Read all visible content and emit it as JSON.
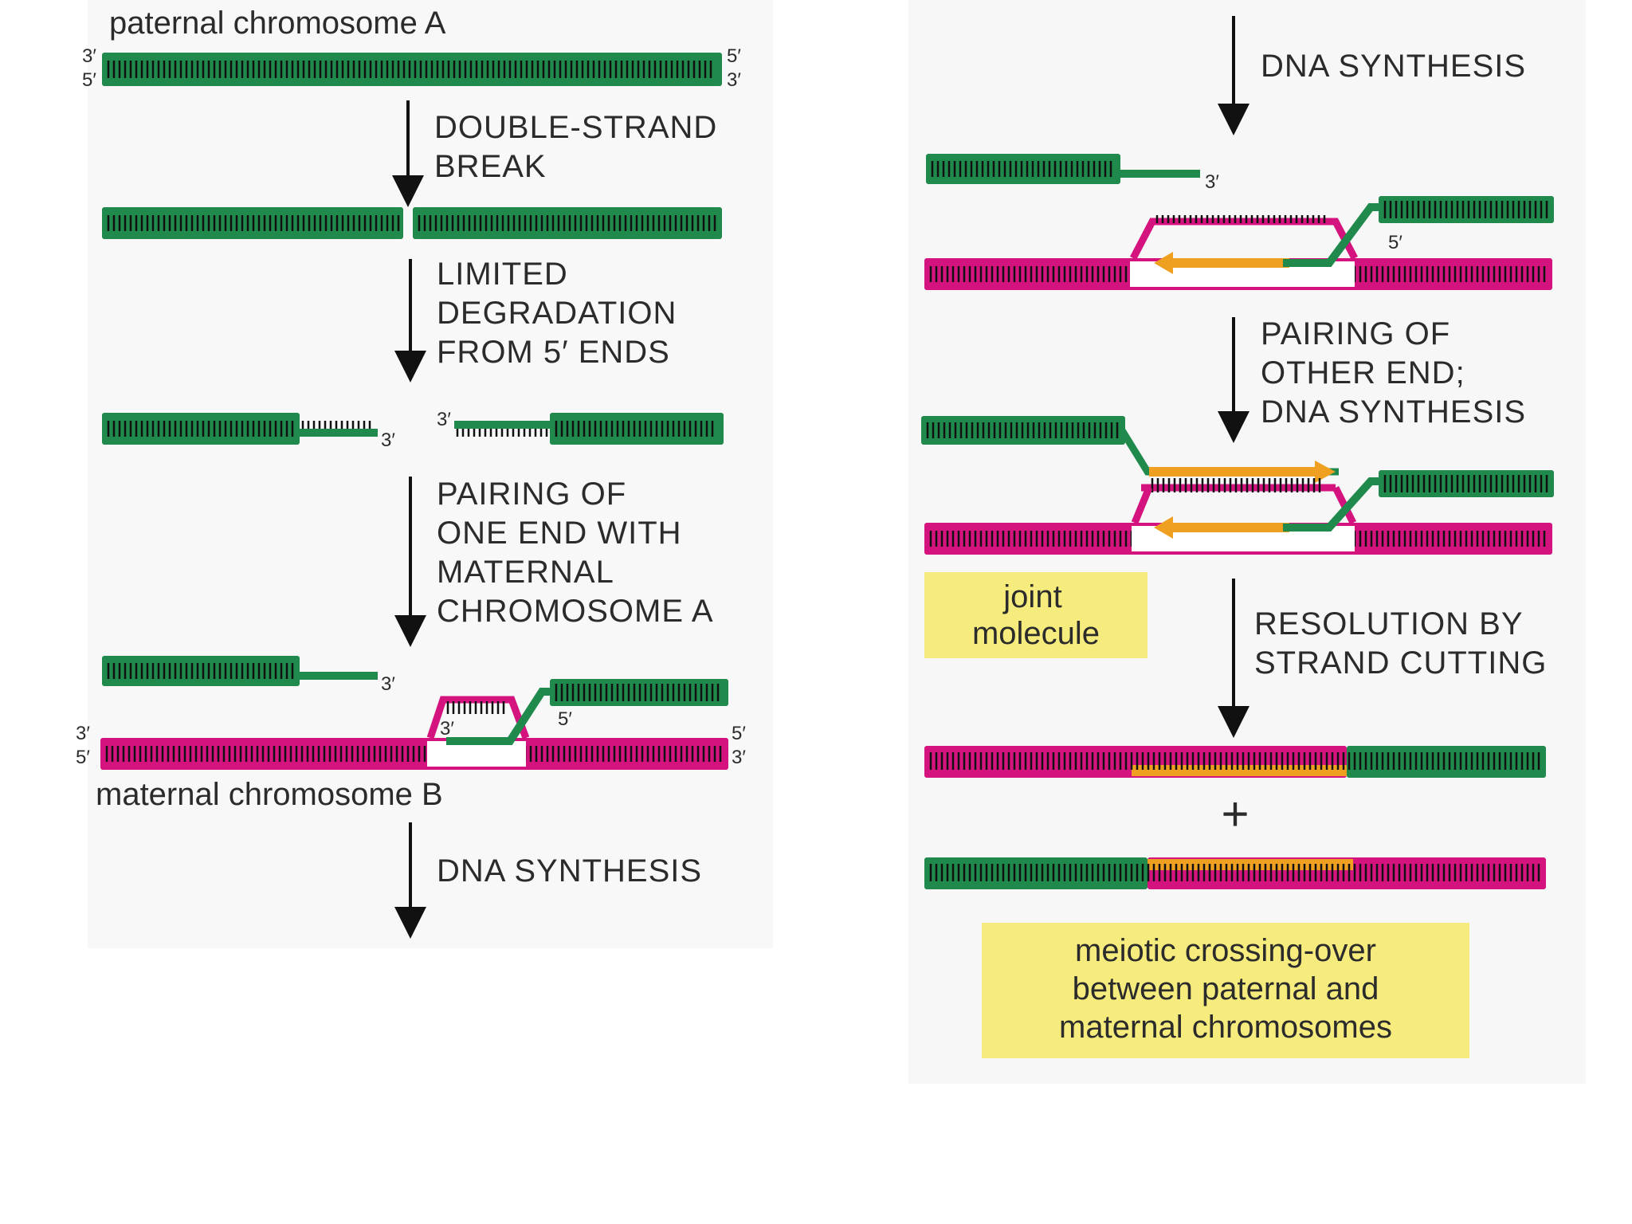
{
  "colors": {
    "paternal": "#1f8a4c",
    "maternal": "#d4137f",
    "synthesis": "#f0a020",
    "highlight": "#f6ec7e",
    "arrow": "#111111"
  },
  "labels": {
    "paternal_title": "paternal chromosome A",
    "maternal_title": "maternal chromosome B",
    "joint": [
      "joint",
      "molecule"
    ],
    "crossover": [
      "meiotic crossing-over",
      "between paternal and",
      "maternal chromosomes"
    ],
    "plus": "+"
  },
  "ends": {
    "three_prime": "3′",
    "five_prime": "5′"
  },
  "steps": {
    "break": [
      "DOUBLE-STRAND",
      "BREAK"
    ],
    "degrade": [
      "LIMITED",
      "DEGRADATION",
      "FROM 5′ ENDS"
    ],
    "pair_one": [
      "PAIRING OF",
      "ONE END WITH",
      "MATERNAL",
      "CHROMOSOME A"
    ],
    "synth_left": [
      "DNA SYNTHESIS"
    ],
    "synth_right": [
      "DNA SYNTHESIS"
    ],
    "pair_other": [
      "PAIRING OF",
      "OTHER END;",
      "DNA SYNTHESIS"
    ],
    "resolution": [
      "RESOLUTION BY",
      "STRAND CUTTING"
    ]
  }
}
